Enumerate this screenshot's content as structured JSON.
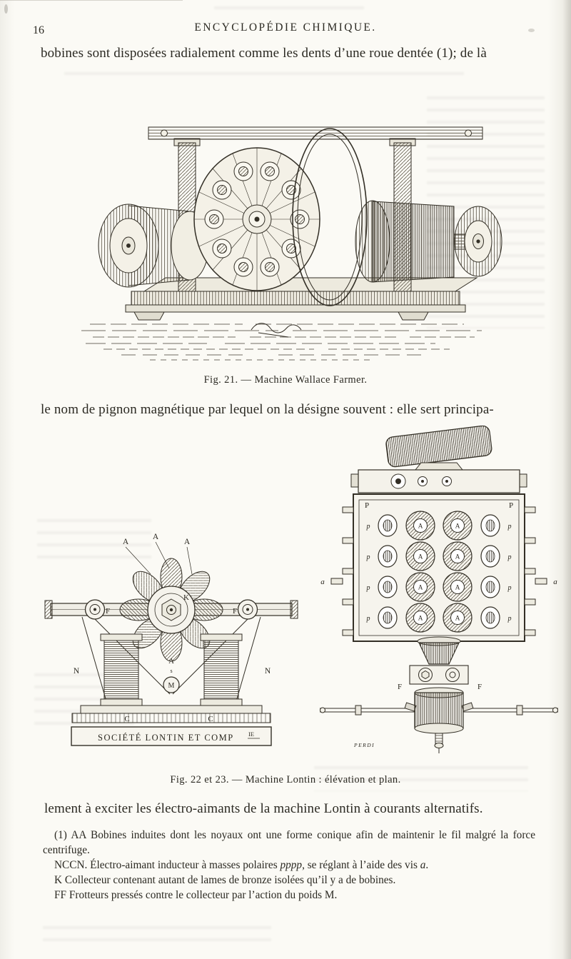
{
  "page": {
    "number": "16",
    "header_title": "ENCYCLOPÉDIE CHIMIQUE."
  },
  "paragraphs": {
    "line1": "bobines sont disposées radialement comme les dents d’une roue dentée (1); de là",
    "line2": "le nom de pignon magnétique par lequel on la désigne souvent : elle sert principa-",
    "line3": "lement à exciter les électro-aimants de la machine Lontin à courants alternatifs."
  },
  "figures": {
    "fig21": {
      "caption": "Fig. 21. — Machine Wallace Farmer."
    },
    "fig22": {
      "labels": {
        "a1": "A",
        "a2": "A",
        "a3": "A",
        "k": "K",
        "f_left": "F",
        "f_right": "F",
        "n_left": "N",
        "n_right": "N",
        "a_mid": "A",
        "s": "s",
        "m": "M",
        "c_left": "C",
        "c_right": "C"
      },
      "plate_main": "SOCIÉTÉ LONTIN ET COMP",
      "plate_sup": "IE"
    },
    "fig23": {
      "labels": {
        "p_tl": "P",
        "p_tr": "P",
        "p_l1": "p",
        "p_l2": "p",
        "p_l3": "p",
        "p_l4": "p",
        "p_r1": "p",
        "p_r2": "p",
        "p_r3": "p",
        "p_r4": "p",
        "a1": "A",
        "a2": "A",
        "a3": "A",
        "a4": "A",
        "a5": "A",
        "a6": "A",
        "a7": "A",
        "a8": "A",
        "a_left": "a",
        "a_right": "a",
        "f_left": "F",
        "f_right": "F"
      },
      "signature": "PERDI"
    },
    "fig2223_caption": "Fig. 22 et 23. — Machine Lontin : élévation et plan."
  },
  "footnotes": {
    "f1": "(1) AA Bobines induites dont les noyaux ont une forme conique afin de maintenir le fil malgré la force centrifuge.",
    "f2_pre": "NCCN. Électro-aimant inducteur à masses polaires ",
    "f2_it1": "pppp",
    "f2_mid": ", se réglant à l’aide des vis ",
    "f2_it2": "a",
    "f2_post": ".",
    "f3": "K Collecteur contenant autant de lames de bronze isolées qu’il y a de bobines.",
    "f4": "FF Frotteurs pressés contre le collecteur par l’action du poids M."
  }
}
